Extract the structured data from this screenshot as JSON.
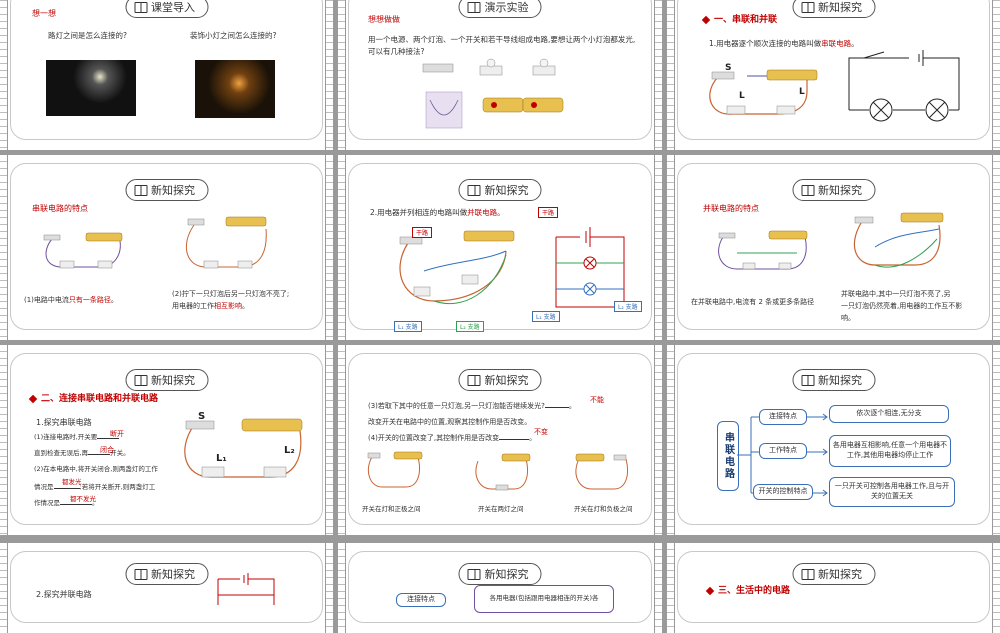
{
  "colors": {
    "accent_red": "#c00000",
    "map_blue": "#3a6fb8",
    "background": "#9a9a9a"
  },
  "icons": {
    "header": "book-open-icon",
    "section_bullet": "red-diamond-icon"
  },
  "s1": {
    "header": "课堂导入",
    "title": "想一想",
    "q1": "路灯之间是怎么连接的?",
    "q2": "装饰小灯之间怎么连接的?"
  },
  "s2": {
    "header": "演示实验",
    "title": "想想做做",
    "body1": "用一个电源、两个灯泡、一个开关和若干导线组成电路,要想让两个小灯泡都发光,",
    "body2": "可以有几种接法?"
  },
  "s3": {
    "header": "新知探究",
    "section": "一、串联和并联",
    "line_prefix": "1.用电器逐个顺次连接的电路叫做",
    "line_key": "串联电路",
    "line_suffix": "。",
    "s": "S",
    "l1": "L",
    "l2": "L"
  },
  "s4": {
    "header": "新知探究",
    "title": "串联电路的特点",
    "c1_prefix": "(1)电路中电流",
    "c1_key": "只有一条路径",
    "c1_suffix": "。",
    "c2_line1": "(2)拧下一只灯泡后另一只灯泡不亮了;",
    "c2_line2_prefix": "用电器的工作",
    "c2_line2_key": "相互影响",
    "c2_line2_suffix": "。"
  },
  "s5": {
    "header": "新知探究",
    "line_prefix": "2.用电器并列相连的电路叫做",
    "line_key": "并联电路",
    "line_suffix": "。",
    "tag_trunk": "干路",
    "tag_b1": "L₁ 支路",
    "tag_b2": "L₂ 支路",
    "tag_trunk2": "干路",
    "tag_b1b": "L₁ 支路",
    "tag_b2b": "L₂ 支路"
  },
  "s6": {
    "header": "新知探究",
    "title": "并联电路的特点",
    "c1": "在并联电路中,电流有 2 条或更多条路径",
    "c2_l1": "并联电路中,其中一只灯泡不亮了,另",
    "c2_l2": "一只灯泡仍然亮着,用电器的工作互不影",
    "c2_l3": "响。"
  },
  "s7": {
    "header": "新知探究",
    "section": "二、连接串联电路和并联电路",
    "sub": "1.探究串联电路",
    "q1_prefix": "(1)连接电路时,开关要",
    "q1_ans": "断开",
    "q1b_prefix": "直到检查无误后,再",
    "q1b_ans": "闭合",
    "q1b_suffix": "开关。",
    "q2_l1": "(2)在本电路中,将开关闭合,则两盏灯的工作",
    "q2_l2_prefix": "情况是",
    "q2_ans1": "都发光",
    "q2_l2_suffix": ";若将开关断开,则两盏灯工",
    "q2_l3_prefix": "作情况是",
    "q2_ans2": "都不发光"
  },
  "s8": {
    "header": "新知探究",
    "q3_prefix": "(3)若取下其中的任意一只灯泡,另一只灯泡能否继续发光?",
    "q3_ans": "不能",
    "q3b": "改变开关在电路中的位置,观察其控制作用是否改变。",
    "q4_prefix": "(4)开关的位置改变了,其控制作用是否改变",
    "q4_ans": "不变",
    "cap1": "开关在灯和正极之间",
    "cap2": "开关在两灯之间",
    "cap3": "开关在灯和负极之间"
  },
  "s9": {
    "header": "新知探究",
    "root": "串联电路",
    "n1": "连接特点",
    "n2": "工作特点",
    "n3": "开关的控制特点",
    "d1": "依次逐个相连,无分支",
    "d2": "各用电器互相影响,任意一个用电器不工作,其他用电器均停止工作",
    "d3": "一只开关可控制各用电器工作,且与开关的位置无关"
  },
  "s10": {
    "header": "新知探究",
    "sub": "2.探究并联电路"
  },
  "s11": {
    "header": "新知探究",
    "n1": "连接特点",
    "d1": "各用电器(包括跟用电器相连的开关)各"
  },
  "s12": {
    "header": "新知探究",
    "section": "三、生活中的电路"
  }
}
